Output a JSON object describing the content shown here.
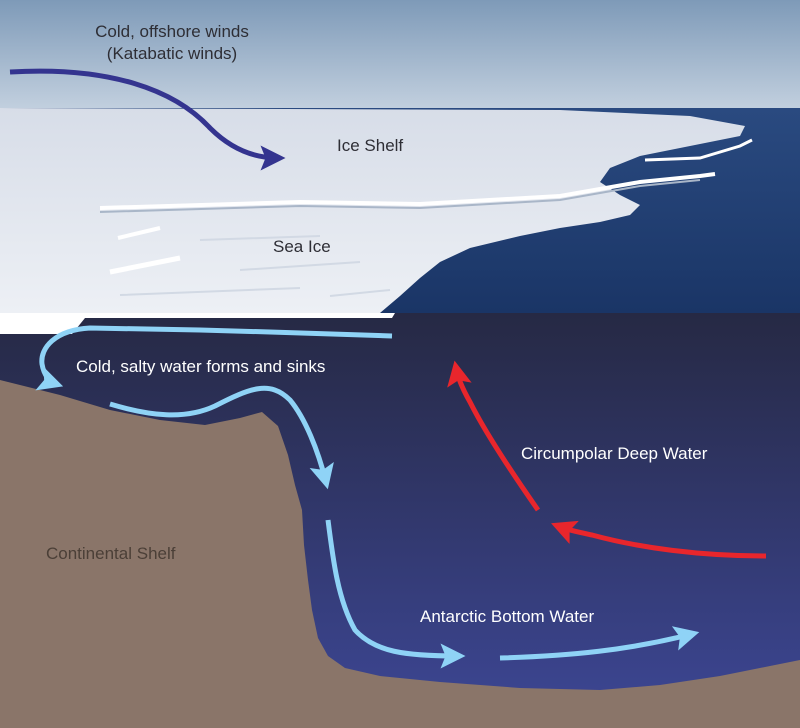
{
  "labels": {
    "wind_line1": "Cold, offshore winds",
    "wind_line2": "(Katabatic winds)",
    "ice_shelf": "Ice Shelf",
    "sea_ice": "Sea Ice",
    "cold_salty": "Cold, salty water forms and  sinks",
    "circumpolar": "Circumpolar Deep Water",
    "continental_shelf": "Continental  Shelf",
    "bottom_water": "Antarctic Bottom Water"
  },
  "colors": {
    "wind_arrow": "#34348f",
    "cold_water_arrow": "#8fd3f6",
    "deep_water_arrow": "#e8262c",
    "ocean_top": "#262944",
    "ocean_bottom": "#3d4796",
    "shelf": "#8a7569",
    "sky": "#9cb2ca",
    "ice": "#e6eaf2",
    "open_sea": "#213a6c"
  }
}
